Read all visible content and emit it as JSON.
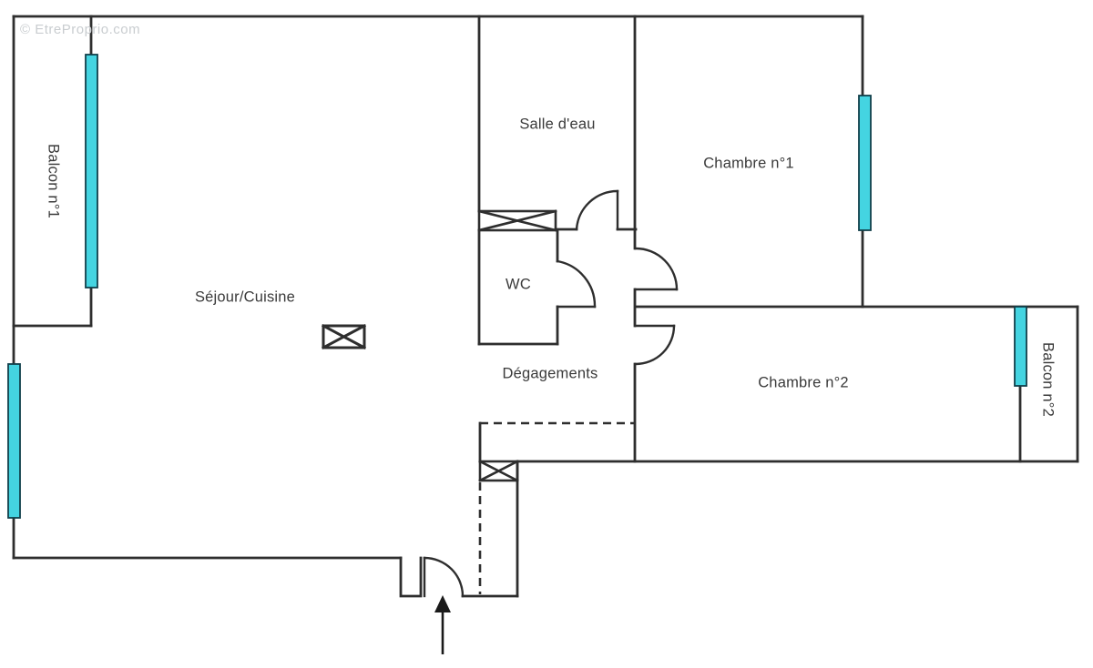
{
  "watermark": "© EtreProprio.com",
  "rooms": {
    "balcon1": {
      "label": "Balcon n°1"
    },
    "sejour": {
      "label": "Séjour/Cuisine"
    },
    "salle_eau": {
      "label": "Salle d'eau"
    },
    "wc": {
      "label": "WC"
    },
    "degagements": {
      "label": "Dégagements"
    },
    "chambre1": {
      "label": "Chambre n°1"
    },
    "chambre2": {
      "label": "Chambre n°2"
    },
    "balcon2": {
      "label": "Balcon n°2"
    }
  },
  "icons": {
    "entrance_arrow": "up-arrow",
    "duct_box": "crossed-box",
    "window_bar": "cyan-window-bar",
    "door_swing": "quarter-arc"
  },
  "colors": {
    "background": "#ffffff",
    "wall": "#2e2e2e",
    "window_fill": "#44d4e1",
    "window_border": "#113f4a",
    "label": "#3a3a3a",
    "watermark": "#c9cdd0"
  }
}
